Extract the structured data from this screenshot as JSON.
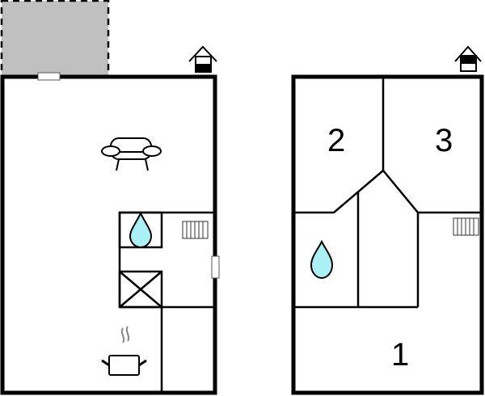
{
  "floorplan": {
    "floors": [
      {
        "id": "ground-floor",
        "rooms": [
          {
            "type": "living-room",
            "icon": "sofa-icon"
          },
          {
            "type": "bathroom",
            "icon": "water-drop-icon"
          },
          {
            "type": "kitchen",
            "icon": "cooking-pot-icon"
          },
          {
            "type": "utility",
            "icon": "crossed-box-icon"
          },
          {
            "type": "stairs",
            "icon": "stairs-icon"
          }
        ],
        "entrance_icon": "house-entrance-icon",
        "terrace": "dashed-gray-area"
      },
      {
        "id": "upper-floor",
        "rooms": [
          {
            "label": "1",
            "type": "bedroom"
          },
          {
            "label": "2",
            "type": "bedroom"
          },
          {
            "label": "3",
            "type": "bedroom"
          },
          {
            "type": "bathroom",
            "icon": "water-drop-icon"
          },
          {
            "type": "stairs",
            "icon": "stairs-icon"
          }
        ],
        "entrance_icon": "house-entrance-icon"
      }
    ],
    "labels": {
      "room1": "1",
      "room2": "2",
      "room3": "3"
    },
    "colors": {
      "wall": "#000000",
      "terrace": "#c0c0c0",
      "water": "#aaf0f5",
      "steam": "#888888",
      "background": "#ffffff"
    }
  }
}
